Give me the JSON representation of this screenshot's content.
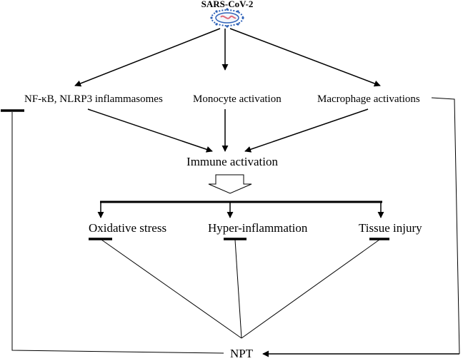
{
  "virus": {
    "title": "SARS-CoV-2",
    "icon": "coronavirus-icon",
    "colors": {
      "outer": "#2f62b8",
      "inner": "#e06a7a"
    }
  },
  "top_row": {
    "nfkb": "NF-κB, NLRP3 inflammasomes",
    "monocyte": "Monocyte activation",
    "macrophage": "Macrophage activations"
  },
  "immune": "Immune activation",
  "outcomes": {
    "oxidative": "Oxidative stress",
    "hyper": "Hyper-inflammation",
    "tissue": "Tissue injury"
  },
  "npt": "NPT"
}
